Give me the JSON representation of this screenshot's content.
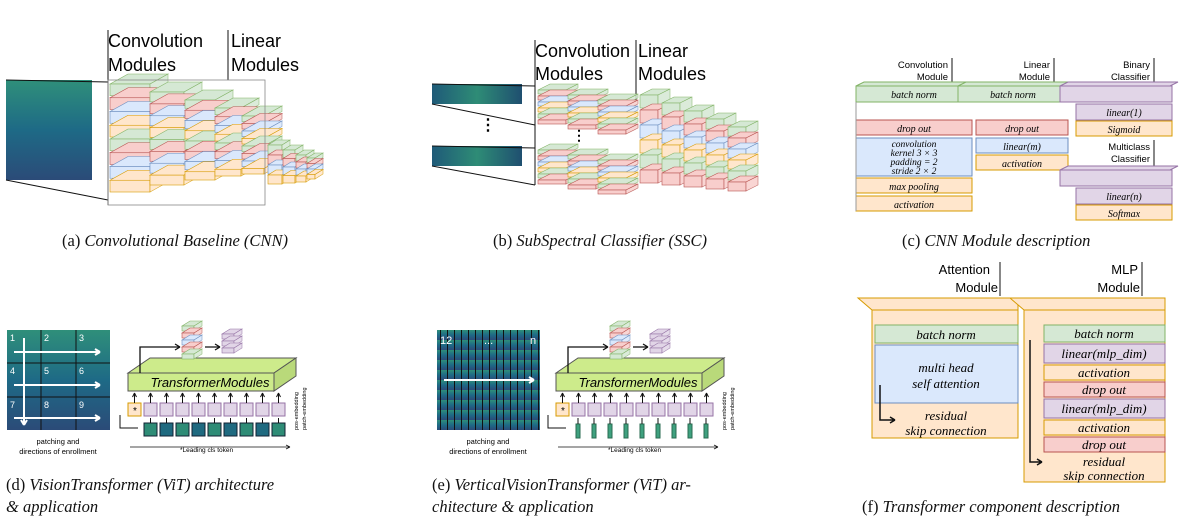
{
  "panel_a": {
    "label_conv": [
      "Convolution",
      "Modules"
    ],
    "label_linear": [
      "Linear",
      "Modules"
    ],
    "caption_prefix": "(a) ",
    "caption_italic": "Convolutional Baseline (CNN)"
  },
  "panel_b": {
    "label_conv": [
      "Convolution",
      "Modules"
    ],
    "label_linear": [
      "Linear",
      "Modules"
    ],
    "caption_prefix": "(b) ",
    "caption_italic": "SubSpectral Classifier (SSC)"
  },
  "panel_c": {
    "headers": {
      "conv": [
        "Convolution",
        "Module"
      ],
      "linear": [
        "Linear",
        "Module"
      ],
      "binary": [
        "Binary",
        "Classifier"
      ],
      "multi": [
        "Multiclass",
        "Classifier"
      ]
    },
    "conv_layers": [
      "batch norm",
      "drop out",
      "convolution",
      "kernel 3 × 3",
      "padding = 2",
      "stride 2 × 2",
      "max pooling",
      "activation"
    ],
    "linear_layers": [
      "batch norm",
      "drop out",
      "linear(m)",
      "activation"
    ],
    "binary_layers": [
      "linear(1)",
      "Sigmoid"
    ],
    "multi_layers": [
      "linear(n)",
      "Softmax"
    ],
    "caption_prefix": "(c) ",
    "caption_italic": "CNN Module description"
  },
  "panel_d": {
    "grid_numbers": [
      "1",
      "2",
      "3",
      "4",
      "5",
      "6",
      "7",
      "8",
      "9"
    ],
    "transformer": "TransformerModules",
    "patch_note": [
      "patching and",
      "directions of enrollment"
    ],
    "cls_note": "*Leading cls token",
    "pos_note": [
      "pos-embedding",
      "patch-embedding"
    ],
    "star": "*",
    "caption_prefix": "(d) ",
    "caption_italic_1": "VisionTransformer (ViT) architecture",
    "caption_italic_2": "& application"
  },
  "panel_e": {
    "strip_first": "12",
    "strip_dots": "...",
    "strip_last": "n",
    "transformer": "TransformerModules",
    "patch_note": [
      "patching and",
      "directions of enrollment"
    ],
    "cls_note": "*Leading cls token",
    "pos_note": [
      "pos-embedding",
      "patch-embedding"
    ],
    "star": "*",
    "caption_prefix": "(e) ",
    "caption_italic_1": "VerticalVisionTransformer (ViT) ar-",
    "caption_italic_2": "chitecture & application"
  },
  "panel_f": {
    "headers": {
      "attention": [
        "Attention",
        "Module"
      ],
      "mlp": [
        "MLP",
        "Module"
      ]
    },
    "attention_layers": [
      "batch norm",
      "multi head",
      "self attention",
      "residual",
      "skip connection"
    ],
    "mlp_layers": [
      "batch norm",
      "linear(mlp_dim)",
      "activation",
      "drop out",
      "linear(mlp_dim)",
      "activation",
      "drop out",
      "residual",
      "skip connection"
    ],
    "caption_prefix": "(f) ",
    "caption_italic": "Transformer component description"
  },
  "colors": {
    "green": "#d5e8d4",
    "green_edge": "#82b366",
    "red": "#f8cecc",
    "red_edge": "#b85450",
    "blue": "#dae8fc",
    "blue_edge": "#6c8ebf",
    "orange": "#ffe6cc",
    "orange_edge": "#d79b00",
    "purple": "#e1d5e7",
    "purple_edge": "#9673a6",
    "lime": "#cdeb8b",
    "lime_edge": "#36393d",
    "spectro_dark": "#1f4f70",
    "spectro_light": "#3fa17f"
  }
}
